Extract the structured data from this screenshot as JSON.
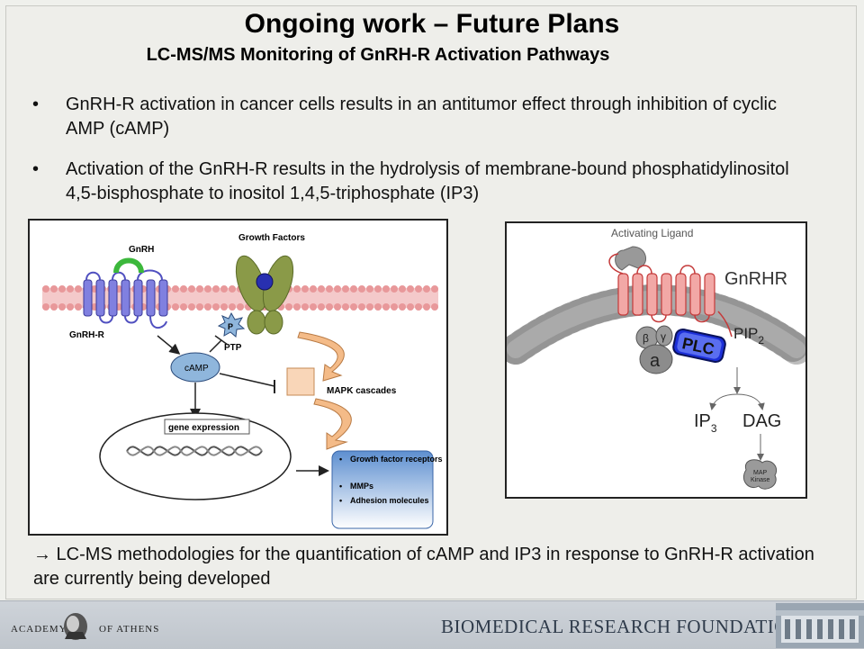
{
  "slide": {
    "title": "Ongoing work – Future Plans",
    "subtitle": "LC-MS/MS Monitoring of GnRH-R Activation Pathways",
    "bullets": [
      {
        "marker": "•",
        "text": " GnRH-R activation in cancer cells results in an antitumor effect through inhibition of cyclic AMP (cAMP)"
      },
      {
        "marker": "•",
        "text": "Activation of the GnRH-R results in the hydrolysis of membrane-bound phosphatidylinositol 4,5-bisphosphate to inositol 1,4,5-triphosphate (IP3)"
      }
    ],
    "conclusion": "→ LC-MS methodologies for the quantification of cAMP and IP3 in response to GnRH-R activation are currently being developed"
  },
  "diagram_left": {
    "labels": {
      "gnrh": "GnRH",
      "growth_factors": "Growth Factors",
      "gnrh_r": "GnRH-R",
      "p": "P",
      "ptp": "PTP",
      "camp": "cAMP",
      "mapk": "MAPK cascades",
      "gene_expression": "gene expression"
    },
    "outcomes": [
      "Growth factor receptors",
      "MMPs",
      "Adhesion molecules"
    ]
  },
  "diagram_right": {
    "labels": {
      "ligand": "Activating Ligand",
      "receptor": "GnRHR",
      "beta": "β",
      "gamma": "γ",
      "alpha": "a",
      "plc": "PLC",
      "pip": "PIP",
      "pip_sub": "2",
      "ip": "IP",
      "ip_sub": "3",
      "dag": "DAG",
      "map": "MAP",
      "kinase": "Kinase"
    }
  },
  "footer": {
    "academy_left": "ACADEMY",
    "academy_right": "OF ATHENS",
    "foundation": "BIOMEDICAL RESEARCH FOUNDATION"
  },
  "colors": {
    "membrane": "#e8989a",
    "receptor": "#8080e0",
    "gnrh": "#3cb83c",
    "growth": "#8a9a48",
    "camp": "#8fb6dc",
    "plc": "#1c2fd8"
  }
}
